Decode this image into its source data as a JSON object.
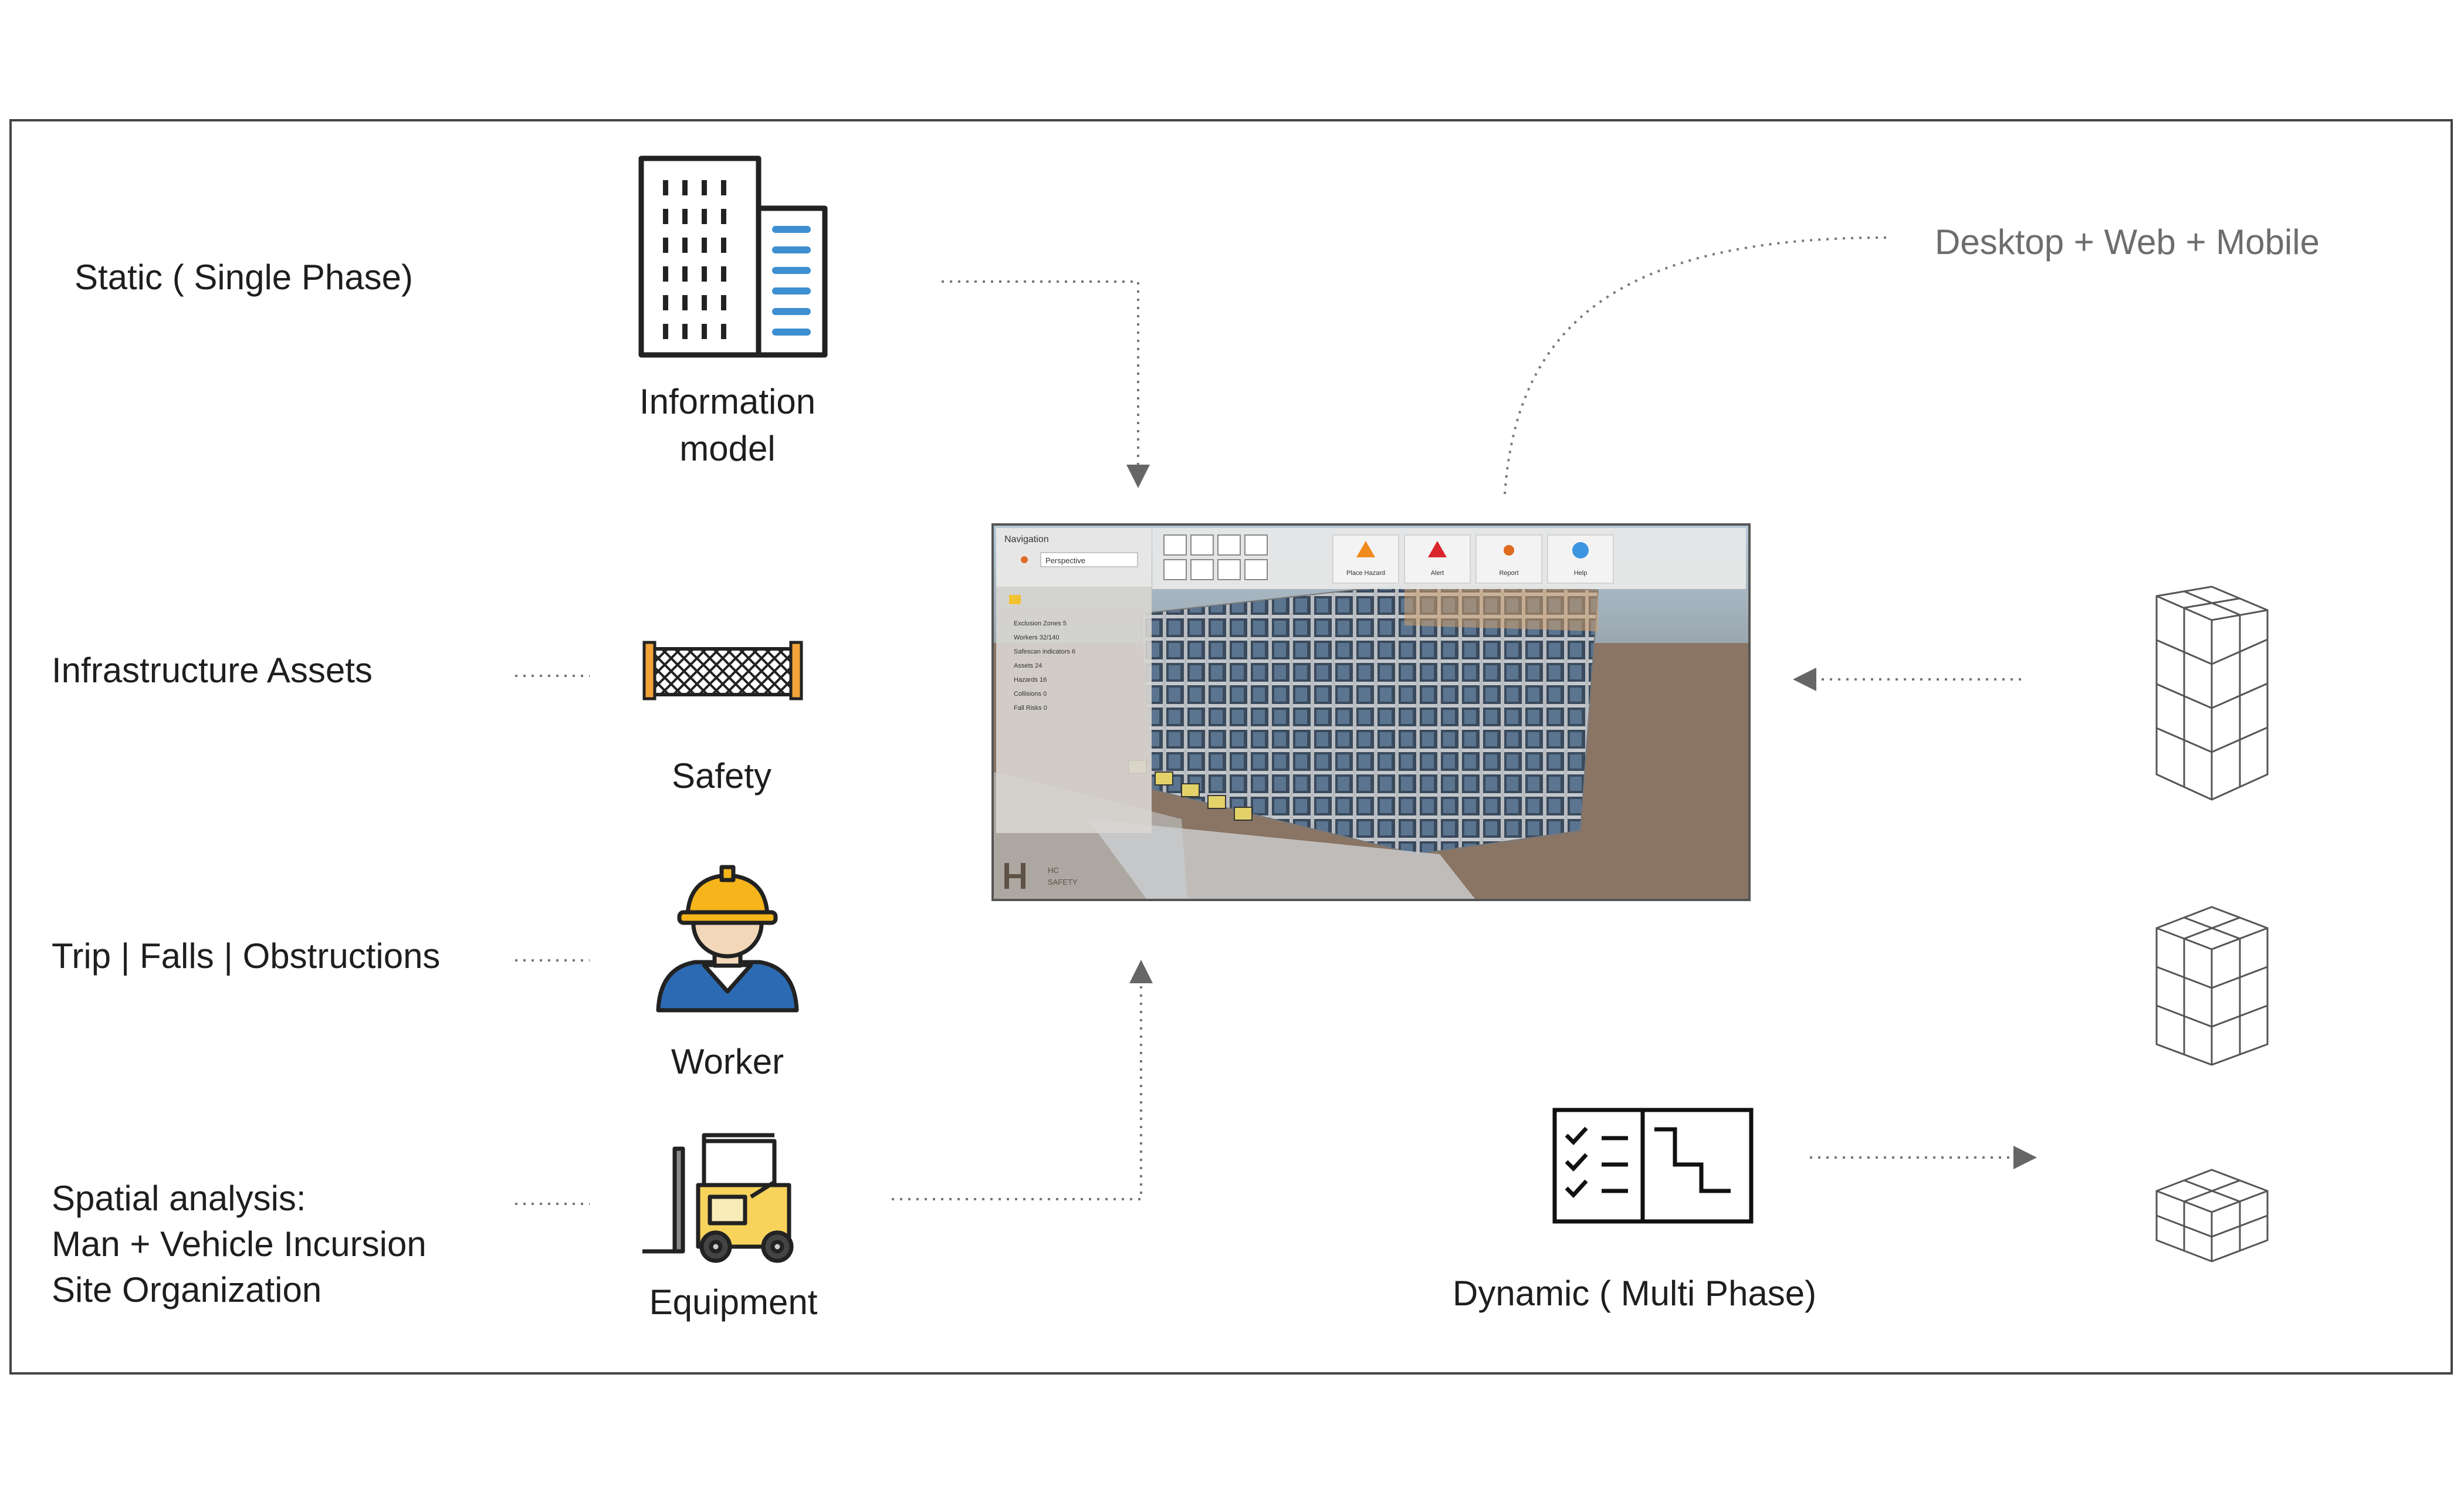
{
  "left_labels": {
    "static": "Static ( Single Phase)",
    "infrastructure": "Infrastructure Assets",
    "trips": "Trip | Falls | Obstructions",
    "spatial_line1": "Spatial analysis:",
    "spatial_line2": "Man + Vehicle Incursion",
    "spatial_line3": "Site Organization"
  },
  "icon_captions": {
    "info_line1": "Information",
    "info_line2": "model",
    "safety": "Safety",
    "worker": "Worker",
    "equipment": "Equipment"
  },
  "right_labels": {
    "platforms": "Desktop + Web + Mobile",
    "dynamic": "Dynamic ( Multi  Phase)"
  },
  "screenshot_ui": {
    "panel_title": "Navigation",
    "view_select": "Perspective",
    "tree_items": [
      "Exclusion Zones 5",
      "Workers 32/140",
      "Safescan indicators 6",
      "Assets 24",
      "Hazards 16",
      "Collisions 0",
      "Fall Risks 0"
    ],
    "toolbar_buttons": [
      "Place Hazard",
      "Alert",
      "Report",
      "Help"
    ],
    "logo_text_line1": "HC",
    "logo_text_line2": "SAFETY"
  },
  "colors": {
    "frame": "#444444",
    "connector": "#777777",
    "building_accent": "#3d8fd1",
    "helmet": "#f5b51b",
    "shirt": "#2c6bb3",
    "forklift": "#f7d35c",
    "fence": "#f2a33a"
  }
}
